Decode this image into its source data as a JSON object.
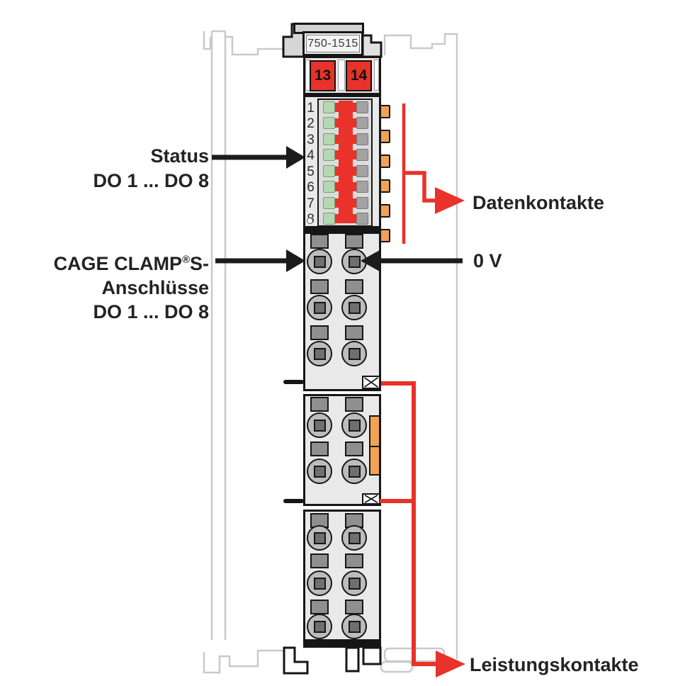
{
  "module": {
    "order_number": "750-1515",
    "terminal_left": "13",
    "terminal_right": "14",
    "led_numbers": [
      "1",
      "2",
      "3",
      "4",
      "5",
      "6",
      "7",
      "8"
    ],
    "data_contacts_count": 6,
    "power_contact_segments": 2
  },
  "labels": {
    "status_line1": "Status",
    "status_line2": "DO 1 ... DO 8",
    "cage_line1_pre": "CAGE CLAMP",
    "cage_line1_sup": "®",
    "cage_line1_post": "S-",
    "cage_line2": "Anschlüsse",
    "cage_line3": "DO 1 ... DO 8",
    "datenkontakte": "Datenkontakte",
    "zero_volt": "0 V",
    "leistungskontakte": "Leistungskontakte"
  },
  "colors": {
    "red": "#e8322a",
    "orange": "#f2a254",
    "led_green": "#b7d6b4",
    "led_gray": "#a3a3a3"
  }
}
